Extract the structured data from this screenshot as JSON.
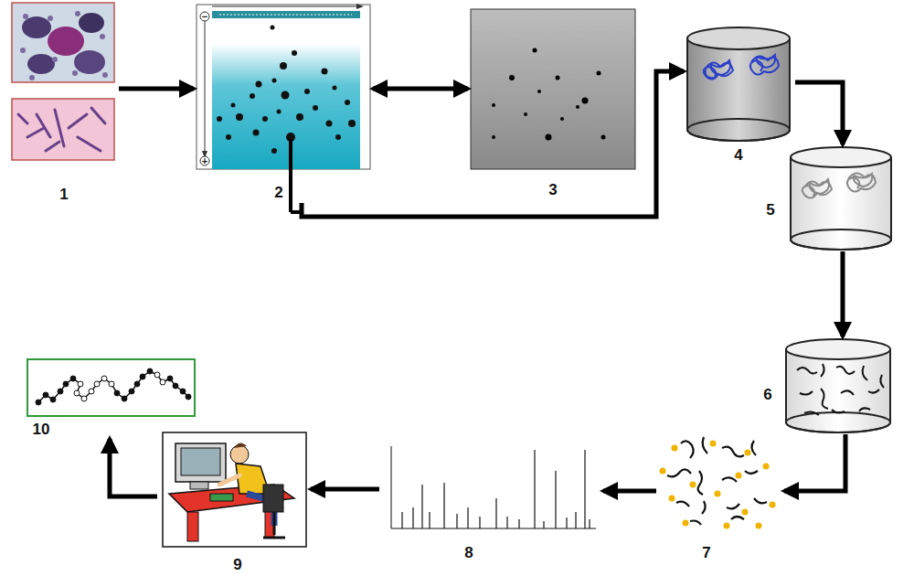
{
  "diagram": {
    "nodes": [
      {
        "text": [
          "1"
        ]
      },
      {
        "text": [
          "2"
        ]
      },
      {
        "text": [
          "3"
        ]
      },
      {
        "text": [
          "4"
        ]
      },
      {
        "text": [
          "5"
        ]
      },
      {
        "text": [
          "6"
        ]
      },
      {
        "text": [
          "7"
        ]
      },
      {
        "text": [
          "8"
        ]
      },
      {
        "text": [
          "9"
        ]
      },
      {
        "text": [
          "10"
        ]
      }
    ],
    "edges": [
      {
        "from": 0,
        "to": 1,
        "arrow": "to"
      },
      {
        "from": 1,
        "to": 2,
        "arrow": "both"
      },
      {
        "from": 1,
        "to": 3,
        "arrow": "to"
      },
      {
        "from": 3,
        "to": 4,
        "arrow": "to"
      },
      {
        "from": 4,
        "to": 5,
        "arrow": "to"
      },
      {
        "from": 5,
        "to": 6,
        "arrow": "to"
      },
      {
        "from": 6,
        "to": 7,
        "arrow": "to"
      },
      {
        "from": 7,
        "to": 8,
        "arrow": "to"
      },
      {
        "from": 8,
        "to": 9,
        "arrow": "to"
      }
    ],
    "labels": [
      "−",
      "+"
    ]
  }
}
